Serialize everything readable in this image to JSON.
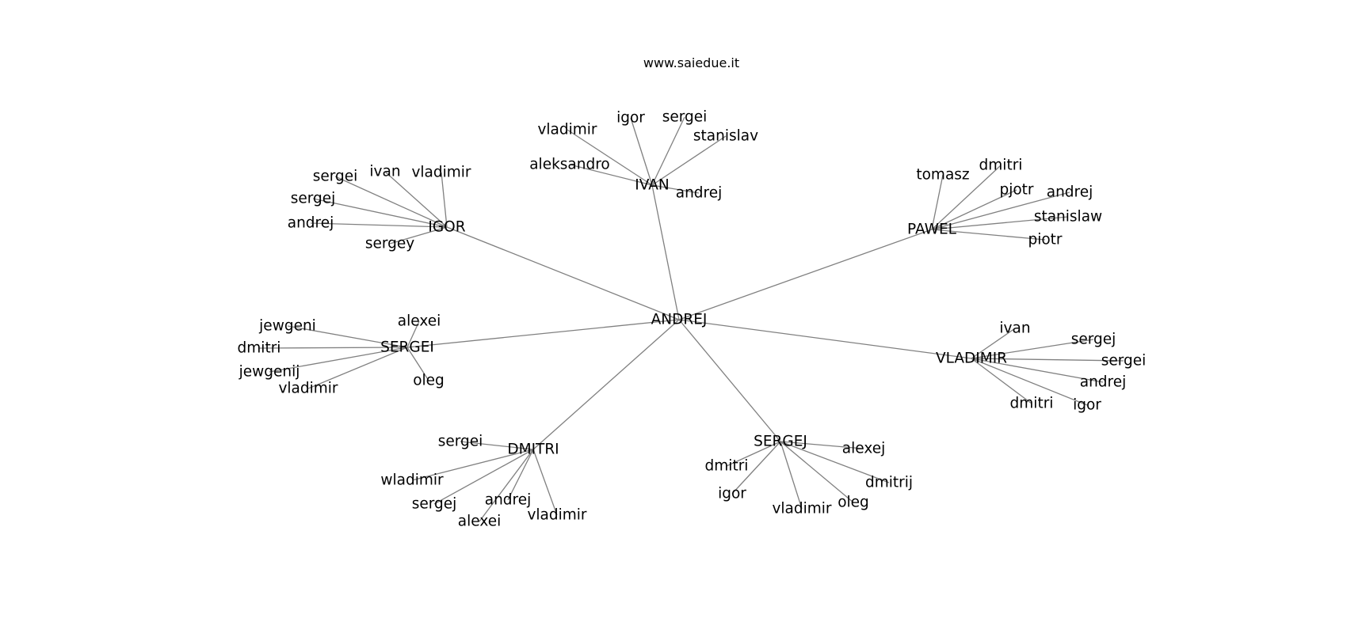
{
  "header": {
    "title": "www.saiedue.it"
  },
  "colors": {
    "edge": "#808080",
    "text": "#000000",
    "background": "#ffffff"
  },
  "graph": {
    "root": "ANDREJ",
    "hubs": [
      {
        "label": "IVAN",
        "children": [
          "vladimir",
          "igor",
          "sergei",
          "stanislav",
          "aleksandro",
          "andrej"
        ]
      },
      {
        "label": "IGOR",
        "children": [
          "sergei",
          "ivan",
          "vladimir",
          "sergej",
          "andrej",
          "sergey"
        ]
      },
      {
        "label": "PAWEL",
        "children": [
          "tomasz",
          "dmitri",
          "pjotr",
          "andrej",
          "stanislaw",
          "piotr"
        ]
      },
      {
        "label": "SERGEI",
        "children": [
          "jewgeni",
          "alexei",
          "dmitri",
          "jewgenij",
          "vladimir",
          "oleg"
        ]
      },
      {
        "label": "VLADIMIR",
        "children": [
          "ivan",
          "sergej",
          "sergei",
          "andrej",
          "dmitri",
          "igor"
        ]
      },
      {
        "label": "DMITRI",
        "children": [
          "sergei",
          "wladimir",
          "sergej",
          "andrej",
          "alexei",
          "vladimir"
        ]
      },
      {
        "label": "SERGEJ",
        "children": [
          "alexej",
          "dmitri",
          "dmitrij",
          "igor",
          "oleg",
          "vladimir"
        ]
      }
    ]
  }
}
